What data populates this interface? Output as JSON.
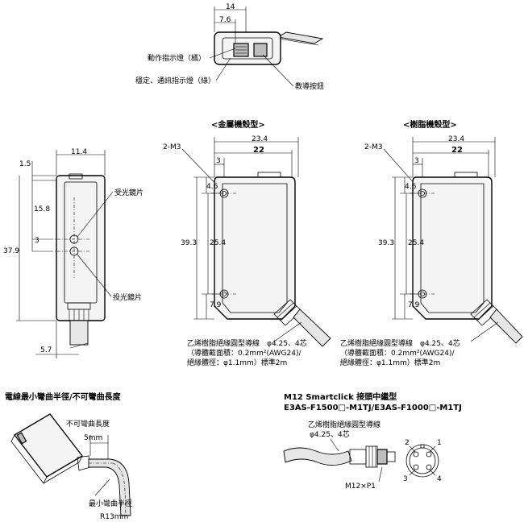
{
  "top_view": {
    "dim_width": "14",
    "dim_offset": "7.6",
    "label_operation_indicator": "動作指示燈（橘）",
    "label_stability_indicator": "穩定、通訊指示燈（綠）",
    "label_teach_button": "教導按鈕"
  },
  "side_view": {
    "dim_width": "11.4",
    "dim_top": "1.5",
    "dim_receiver": "15.8",
    "dim_total": "37.9",
    "dim_gap": "3",
    "dim_bottom": "5.7",
    "label_receiver_lens": "受光鏡片",
    "label_emitter_lens": "投光鏡片"
  },
  "metal_view": {
    "title": "<金屬機殼型>",
    "label_holes": "2-M3",
    "dim_outer": "23.4",
    "dim_inner": "22",
    "dim_hole_x": "3",
    "dim_hole_y": "4.6",
    "dim_height": "39.3",
    "dim_hole_span": "25.4",
    "dim_bottom": "7.9",
    "cable_line1": "乙烯樹脂絕緣圓型導線　φ4.25、4芯",
    "cable_line2": "（導體截面積：0.2mm²(AWG24)/",
    "cable_line3": "絕緣體徑：φ1.1mm）標準2m"
  },
  "resin_view": {
    "title": "<樹脂機殼型>",
    "label_holes": "2-M3",
    "dim_outer": "23.4",
    "dim_inner": "22",
    "dim_hole_x": "3",
    "dim_hole_y": "4.6",
    "dim_height": "39.3",
    "dim_hole_span": "25.4",
    "dim_bottom": "7.9",
    "cable_line1": "乙烯樹脂絕緣圓型導線　φ4.25、4芯",
    "cable_line2": "（導體截面積：0.2mm²(AWG24)/",
    "cable_line3": "絕緣體徑：φ1.1mm）標準2m"
  },
  "bend_section": {
    "title": "電線最小彎曲半徑/不可彎曲長度",
    "label_unbendable": "不可彎曲長度",
    "value_unbendable": "5mm",
    "label_min_radius": "最小彎曲半徑",
    "value_min_radius": "R13mm"
  },
  "connector_section": {
    "title": "M12 Smartclick 接頭中繼型",
    "models": "E3AS-F1500□-M1TJ/E3AS-F1000□-M1TJ",
    "label_cable": "乙烯樹脂絕緣圓型導線",
    "label_cable_spec": "φ4.25、4芯",
    "label_thread": "M12×P1",
    "pins": [
      "1",
      "2",
      "3",
      "4"
    ]
  }
}
